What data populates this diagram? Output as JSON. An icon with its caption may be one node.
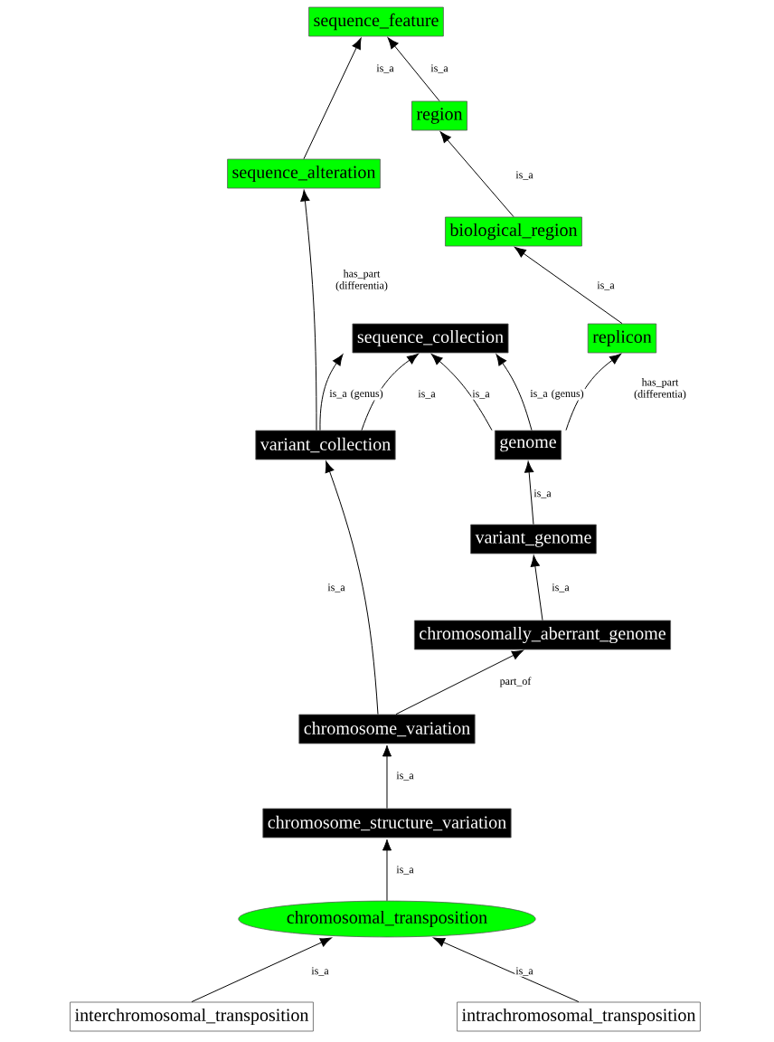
{
  "diagram": {
    "nodes": [
      {
        "text": [
          "sequence_feature"
        ]
      },
      {
        "text": [
          "region"
        ]
      },
      {
        "text": [
          "sequence_alteration"
        ]
      },
      {
        "text": [
          "biological_region"
        ]
      },
      {
        "text": [
          "sequence_collection"
        ]
      },
      {
        "text": [
          "replicon"
        ]
      },
      {
        "text": [
          "variant_collection"
        ]
      },
      {
        "text": [
          "genome"
        ]
      },
      {
        "text": [
          "variant_genome"
        ]
      },
      {
        "text": [
          "chromosomally_aberrant_genome"
        ]
      },
      {
        "text": [
          "chromosome_variation"
        ]
      },
      {
        "text": [
          "chromosome_structure_variation"
        ]
      },
      {
        "text": [
          "chromosomal_transposition"
        ]
      },
      {
        "text": [
          "interchromosomal_transposition"
        ]
      },
      {
        "text": [
          "intrachromosomal_transposition"
        ]
      }
    ],
    "edges": [
      {
        "from": 2,
        "to": 0,
        "arrow": "to",
        "label": "is_a"
      },
      {
        "from": 1,
        "to": 0,
        "arrow": "to",
        "label": "is_a"
      },
      {
        "from": 3,
        "to": 1,
        "arrow": "to",
        "label": "is_a"
      },
      {
        "from": 5,
        "to": 3,
        "arrow": "to",
        "label": "is_a"
      },
      {
        "from": 6,
        "to": 2,
        "arrow": "to",
        "label": "has_part (differentia)"
      },
      {
        "from": 6,
        "to": 4,
        "arrow": "to",
        "label": "is_a (genus)"
      },
      {
        "from": 6,
        "to": 4,
        "arrow": "to",
        "label": "is_a"
      },
      {
        "from": 7,
        "to": 4,
        "arrow": "to",
        "label": "is_a"
      },
      {
        "from": 7,
        "to": 4,
        "arrow": "to",
        "label": "is_a (genus)"
      },
      {
        "from": 7,
        "to": 5,
        "arrow": "to",
        "label": "has_part (differentia)"
      },
      {
        "from": 8,
        "to": 7,
        "arrow": "to",
        "label": "is_a"
      },
      {
        "from": 9,
        "to": 8,
        "arrow": "to",
        "label": "is_a"
      },
      {
        "from": 10,
        "to": 6,
        "arrow": "to",
        "label": "is_a"
      },
      {
        "from": 10,
        "to": 9,
        "arrow": "to",
        "label": "part_of"
      },
      {
        "from": 11,
        "to": 10,
        "arrow": "to",
        "label": "is_a"
      },
      {
        "from": 12,
        "to": 11,
        "arrow": "to",
        "label": "is_a"
      },
      {
        "from": 13,
        "to": 12,
        "arrow": "to",
        "label": "is_a"
      },
      {
        "from": 14,
        "to": 12,
        "arrow": "to",
        "label": "is_a"
      }
    ]
  }
}
